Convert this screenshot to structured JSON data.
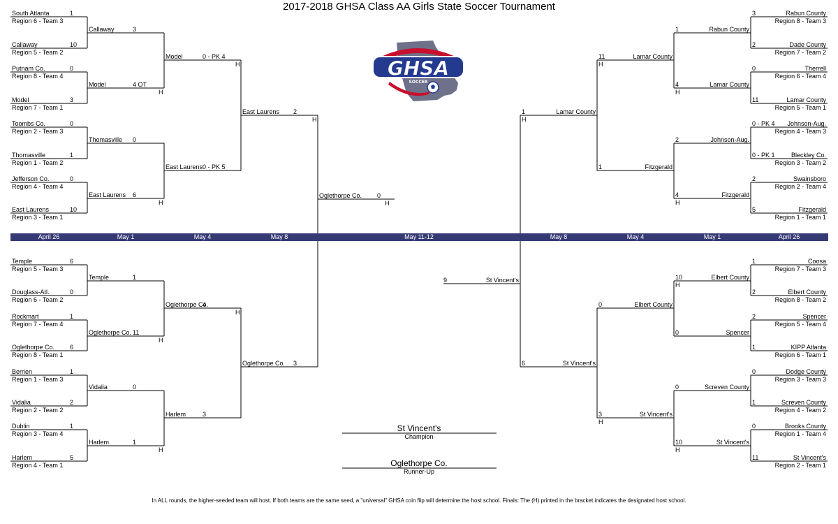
{
  "title": "2017-2018 GHSA Class AA Girls State Soccer Tournament",
  "logo": {
    "text": "GHSA",
    "subtext": "SOCCER",
    "icon": "ghsa-soccer-logo",
    "colors": {
      "state": "#6e7189",
      "blue": "#233a8f",
      "red": "#c8102e"
    }
  },
  "colors": {
    "dates_bar": "#363a74"
  },
  "dates": [
    "April 26",
    "May 1",
    "May 4",
    "May 8",
    "May 11-12",
    "May 8",
    "May 4",
    "May 1",
    "April 26"
  ],
  "first_round": {
    "left": [
      {
        "name": "South Atlanta",
        "sub": "Region 6 - Team 3",
        "score": "1"
      },
      {
        "name": "Callaway",
        "sub": "Region 5 - Team 2",
        "score": "10"
      },
      {
        "name": "Putnam Co.",
        "sub": "Region 8 - Team 4",
        "score": "0"
      },
      {
        "name": "Model",
        "sub": "Region 7 - Team 1",
        "score": "3"
      },
      {
        "name": "Toombs Co.",
        "sub": "Region 2 - Team 3",
        "score": "0"
      },
      {
        "name": "Thomasville",
        "sub": "Region 1 - Team 2",
        "score": "1"
      },
      {
        "name": "Jefferson Co.",
        "sub": "Region 4 - Team 4",
        "score": "0"
      },
      {
        "name": "East Laurens",
        "sub": "Region 3 - Team 1",
        "score": "10"
      },
      {
        "name": "Temple",
        "sub": "Region 5 - Team 3",
        "score": "6"
      },
      {
        "name": "Douglass-Atl.",
        "sub": "Region 6 - Team 2",
        "score": "0"
      },
      {
        "name": "Rockmart",
        "sub": "Region 7 - Team 4",
        "score": "1"
      },
      {
        "name": "Oglethorpe Co.",
        "sub": "Region 8 - Team 1",
        "score": "6"
      },
      {
        "name": "Berrien",
        "sub": "Region 1 - Team 3",
        "score": "1"
      },
      {
        "name": "Vidalia",
        "sub": "Region 2 - Team 2",
        "score": "2"
      },
      {
        "name": "Dublin",
        "sub": "Region 3 - Team 4",
        "score": "1"
      },
      {
        "name": "Harlem",
        "sub": "Region 4 - Team 1",
        "score": "5"
      }
    ],
    "right": [
      {
        "name": "Rabun County",
        "sub": "Region 8 - Team 3",
        "score": "3"
      },
      {
        "name": "Dade County",
        "sub": "Region 7 - Team 2",
        "score": "2"
      },
      {
        "name": "Therrell",
        "sub": "Region 6 - Team 4",
        "score": "0"
      },
      {
        "name": "Lamar County",
        "sub": "Region 5 - Team 1",
        "score": "11"
      },
      {
        "name": "Johnson-Aug.",
        "sub": "Region 4 - Team 3",
        "score": "0 - PK 4"
      },
      {
        "name": "Bleckley Co.",
        "sub": "Region 3 - Team 2",
        "score": "0 - PK 1"
      },
      {
        "name": "Swainsboro",
        "sub": "Region 2 - Team 4",
        "score": "2"
      },
      {
        "name": "Fitzgerald",
        "sub": "Region 1 - Team 1",
        "score": "5"
      },
      {
        "name": "Coosa",
        "sub": "Region 7 - Team 3",
        "score": "1"
      },
      {
        "name": "Elbert County",
        "sub": "Region 8 - Team 2",
        "score": "2"
      },
      {
        "name": "Spencer",
        "sub": "Region 5 - Team 4",
        "score": "2"
      },
      {
        "name": "KIPP Atlanta",
        "sub": "Region 6 - Team 1",
        "score": "1"
      },
      {
        "name": "Dodge County",
        "sub": "Region 3 - Team 3",
        "score": "0"
      },
      {
        "name": "Screven County",
        "sub": "Region 4 - Team 2",
        "score": "1"
      },
      {
        "name": "Brooks County",
        "sub": "Region 1 - Team 4",
        "score": "0"
      },
      {
        "name": "St Vincent's",
        "sub": "Region 2 - Team 1",
        "score": "11"
      }
    ]
  },
  "second_round": {
    "left": [
      {
        "name": "Callaway",
        "score": "3",
        "host": ""
      },
      {
        "name": "Model",
        "score": "4 OT",
        "host": "H"
      },
      {
        "name": "Thomasville",
        "score": "0",
        "host": ""
      },
      {
        "name": "East Laurens",
        "score": "6",
        "host": "H"
      },
      {
        "name": "Temple",
        "score": "1",
        "host": ""
      },
      {
        "name": "Oglethorpe Co.",
        "score": "11",
        "host": "H"
      },
      {
        "name": "Vidalia",
        "score": "0",
        "host": ""
      },
      {
        "name": "Harlem",
        "score": "1",
        "host": "H"
      }
    ],
    "right": [
      {
        "name": "Rabun County",
        "score": "1",
        "host": ""
      },
      {
        "name": "Lamar County",
        "score": "4",
        "host": "H"
      },
      {
        "name": "Johnson-Aug.",
        "score": "2",
        "host": ""
      },
      {
        "name": "Fitzgerald",
        "score": "4",
        "host": "H"
      },
      {
        "name": "Elbert County",
        "score": "10",
        "host": "H"
      },
      {
        "name": "Spencer",
        "score": "0",
        "host": ""
      },
      {
        "name": "Screven County",
        "score": "0",
        "host": ""
      },
      {
        "name": "St Vincent's",
        "score": "10",
        "host": "H"
      }
    ]
  },
  "quarterfinals": {
    "left": [
      {
        "name": "Model",
        "score": "0 - PK 4",
        "host": "H"
      },
      {
        "name": "East Laurens",
        "score": "0 - PK 5",
        "host": ""
      },
      {
        "name": "Oglethorpe Co.",
        "score": "4",
        "host": "H"
      },
      {
        "name": "Harlem",
        "score": "3",
        "host": ""
      }
    ],
    "right": [
      {
        "name": "Lamar County",
        "score": "11",
        "host": "H"
      },
      {
        "name": "Fitzgerald",
        "score": "1",
        "host": ""
      },
      {
        "name": "Elbert County",
        "score": "0",
        "host": ""
      },
      {
        "name": "St Vincent's",
        "score": "3",
        "host": "H"
      }
    ]
  },
  "semifinals": {
    "left": [
      {
        "name": "East Laurens",
        "score": "2",
        "host": "H"
      },
      {
        "name": "Oglethorpe Co.",
        "score": "3",
        "host": ""
      }
    ],
    "right": [
      {
        "name": "Lamar County",
        "score": "1",
        "host": "H"
      },
      {
        "name": "St Vincent's",
        "score": "6",
        "host": ""
      }
    ]
  },
  "finals": {
    "left": {
      "name": "Oglethorpe Co.",
      "score": "0",
      "host": "H"
    },
    "right": {
      "name": "St Vincent's",
      "score": "9",
      "host": ""
    }
  },
  "champion": {
    "name": "St Vincent's",
    "label": "Champion"
  },
  "runner_up": {
    "name": "Oglethorpe Co.",
    "label": "Runner-Up"
  },
  "footnote": "In ALL rounds, the higher-seeded team will host.  If both teams are the same seed, a \"universal\" GHSA coin flip will determine the host school. Finals: The (H) printed in the bracket indicates the designated host school."
}
